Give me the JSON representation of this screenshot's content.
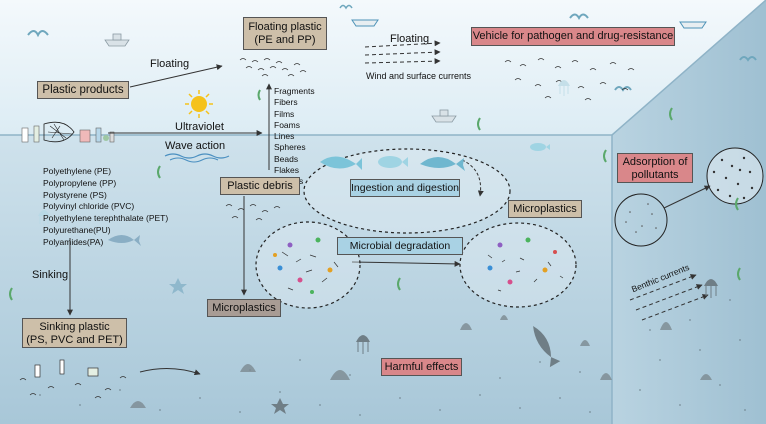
{
  "boxes": {
    "plastic_products": "Plastic products",
    "floating_plastic_line1": "Floating plastic",
    "floating_plastic_line2": "(PE and PP)",
    "vehicle": "Vehicle for pathogen and drug-resistance",
    "plastic_debris": "Plastic debris",
    "ingestion": "Ingestion and digestion",
    "microplastics_right": "Microplastics",
    "microbial_degradation": "Microbial degradation",
    "microplastics_left": "Microplastics",
    "sinking_plastic_line1": "Sinking plastic",
    "sinking_plastic_line2": "(PS, PVC and PET)",
    "harmful_effects": "Harmful effects",
    "adsorption_line1": "Adsorption of",
    "adsorption_line2": "pollutants"
  },
  "labels": {
    "floating_arrow": "Floating",
    "floating_top": "Floating",
    "wind_currents": "Wind and surface currents",
    "ultraviolet": "Ultraviolet",
    "wave_action": "Wave action",
    "sinking": "Sinking",
    "benthic_currents": "Benthic currents"
  },
  "polymers": [
    "Polyethylene (PE)",
    "Polypropylene (PP)",
    "Polystyrene (PS)",
    "Polyvinyl chloride (PVC)",
    "Polyethylene terephthalate (PET)",
    "Polyurethane(PU)",
    "Polyamides(PA)"
  ],
  "fragment_types": [
    "Fragments",
    "Fibers",
    "Films",
    "Foams",
    "Lines",
    "Spheres",
    "Beads",
    "Flakes",
    "Nurdles"
  ],
  "colors": {
    "surface_water": "#e6f2f7",
    "deep_water": "#b7d3e2",
    "side_water": "#a8c6d8",
    "tan_box": "#cdbfa9",
    "pink_box": "#d9878a",
    "blue_box": "#a9d2e4",
    "gray_box": "#a89c94"
  },
  "icons": [
    "sun-icon",
    "ship-icon",
    "bird-icon",
    "whale-icon",
    "fish-icon",
    "jellyfish-icon",
    "starfish-icon",
    "shark-icon",
    "seaweed-icon",
    "microbe-icon",
    "debris-pile-icon"
  ]
}
